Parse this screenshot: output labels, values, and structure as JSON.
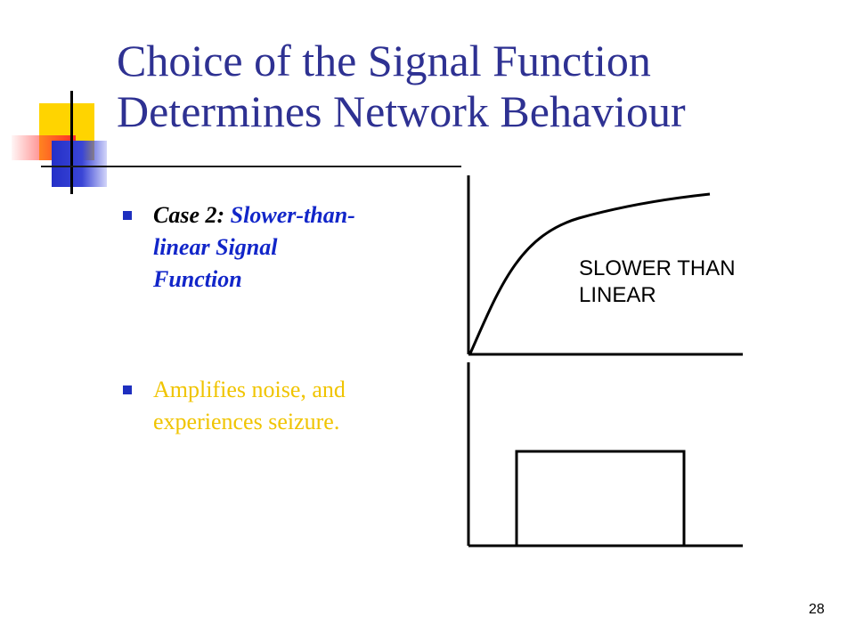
{
  "slide": {
    "title_line1": "Choice of the Signal Function",
    "title_line2": "Determines Network Behaviour",
    "bullets": [
      {
        "prefix": "Case 2: ",
        "lines": [
          "Slower-than-",
          "linear Signal",
          "Function"
        ]
      },
      {
        "lines": [
          "Amplifies noise, and",
          "experiences seizure."
        ]
      }
    ],
    "diagram_label_line1": "SLOWER THAN",
    "diagram_label_line2": "LINEAR",
    "page_number": "28"
  },
  "colors": {
    "title": "#2e3192",
    "bullet_marker": "#1e2fbf",
    "case_rest": "#1226c9",
    "amplifies_text": "#f0c400"
  }
}
